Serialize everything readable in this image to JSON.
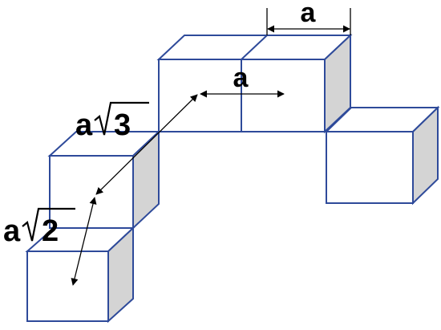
{
  "diagram": {
    "labels": {
      "edge_top": "a",
      "edge_middle": "a",
      "face_diagonal_prefix": "a",
      "face_diagonal_root": "2",
      "space_diagonal_prefix": "a",
      "space_diagonal_root": "3"
    },
    "colors": {
      "cube_edge": "#2e4a9a",
      "cube_shade": "#d4d4d4",
      "arrow": "#000000"
    }
  }
}
